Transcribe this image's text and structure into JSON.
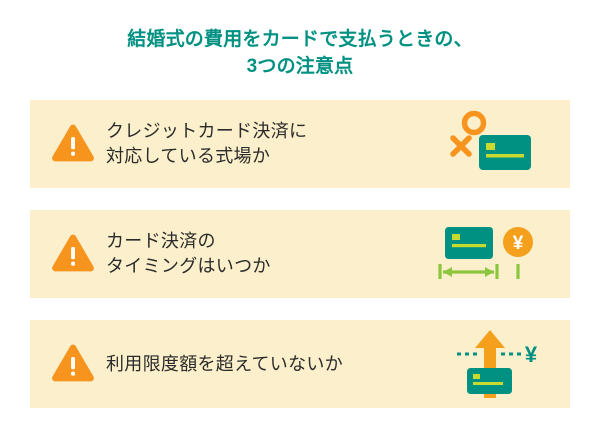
{
  "title": {
    "line1": "結婚式の費用をカードで支払うときの、",
    "line2": "3つの注意点",
    "color": "#009182"
  },
  "colors": {
    "card_background": "#fbf0cb",
    "page_background": "#ffffff",
    "teal": "#009182",
    "orange": "#f7941e",
    "orange_light": "#f5a623",
    "lime": "#c8d930",
    "text": "#2b2b2b"
  },
  "cards": [
    {
      "warning_icon": "warning-triangle-icon",
      "text": "クレジットカード決済に\n対応している式場か",
      "illustration": "credit-card-with-circle-cross-icon"
    },
    {
      "warning_icon": "warning-triangle-icon",
      "text": "カード決済の\nタイミングはいつか",
      "illustration": "credit-card-with-yen-and-timeline-icon"
    },
    {
      "warning_icon": "warning-triangle-icon",
      "text": "利用限度額を超えていないか",
      "illustration": "credit-card-with-up-arrow-and-yen-icon"
    }
  ]
}
